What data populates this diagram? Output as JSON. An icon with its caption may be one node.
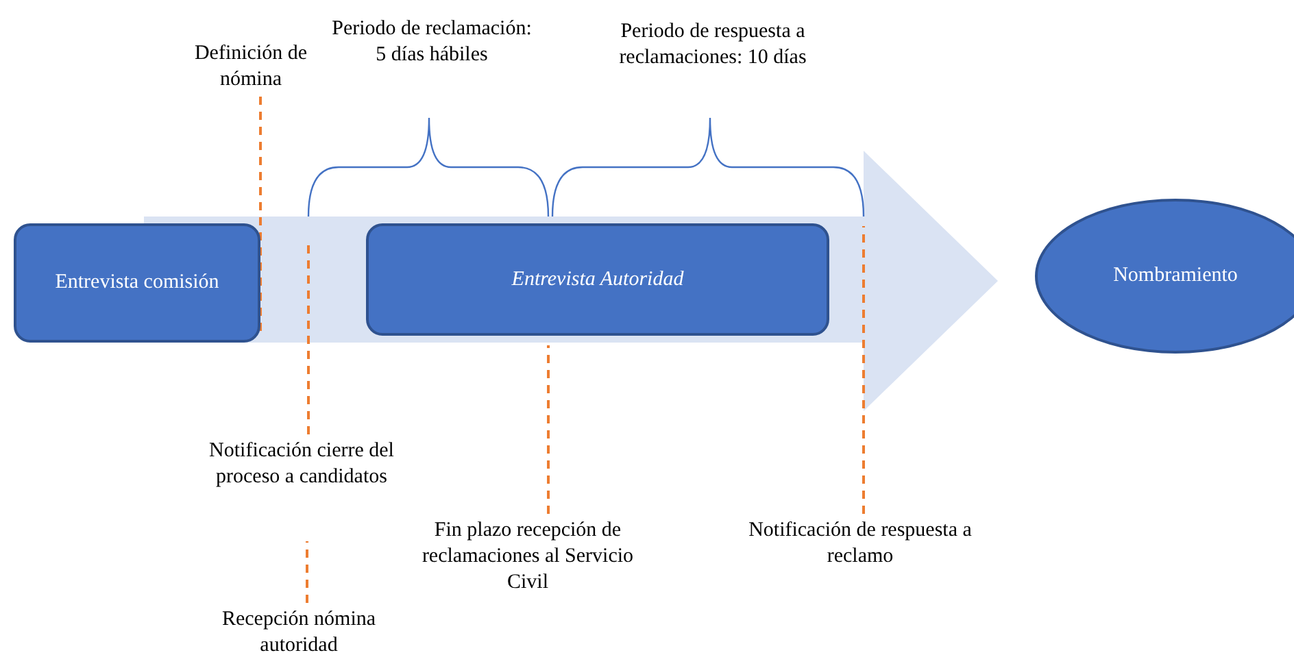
{
  "diagram": {
    "nodes": [
      {
        "text": [
          "Entrevista comisión"
        ]
      },
      {
        "text": [
          "Entrevista Autoridad"
        ],
        "in": 3
      },
      {
        "text": [
          "Nombramiento"
        ]
      },
      {
        "text": [],
        "shape": "arrow"
      },
      {
        "text": [
          "Definición de nómina"
        ]
      },
      {
        "text": [
          "Notificación cierre del proceso a candidatos"
        ]
      },
      {
        "text": [
          "Recepción nómina autoridad"
        ]
      },
      {
        "text": [
          "Fin plazo recepción de reclamaciones al Servicio Civil"
        ]
      },
      {
        "text": [
          "Notificación de respuesta a reclamo"
        ]
      }
    ],
    "edges": [
      {
        "from": 4,
        "to": 0,
        "arrow": "none",
        "style": "dashed",
        "color": "#ed7d31"
      },
      {
        "from": 5,
        "to": 3,
        "arrow": "none",
        "style": "dashed",
        "color": "#ed7d31"
      },
      {
        "from": 6,
        "to": null,
        "arrow": "none",
        "style": "dashed",
        "color": "#ed7d31"
      },
      {
        "from": 7,
        "to": 3,
        "arrow": "none",
        "style": "dashed",
        "color": "#ed7d31"
      },
      {
        "from": 8,
        "to": 3,
        "arrow": "none",
        "style": "dashed",
        "color": "#ed7d31"
      }
    ],
    "labels": [
      "Periodo de reclamación: 5 días hábiles",
      "Periodo de respuesta a reclamaciones: 10 días"
    ]
  }
}
